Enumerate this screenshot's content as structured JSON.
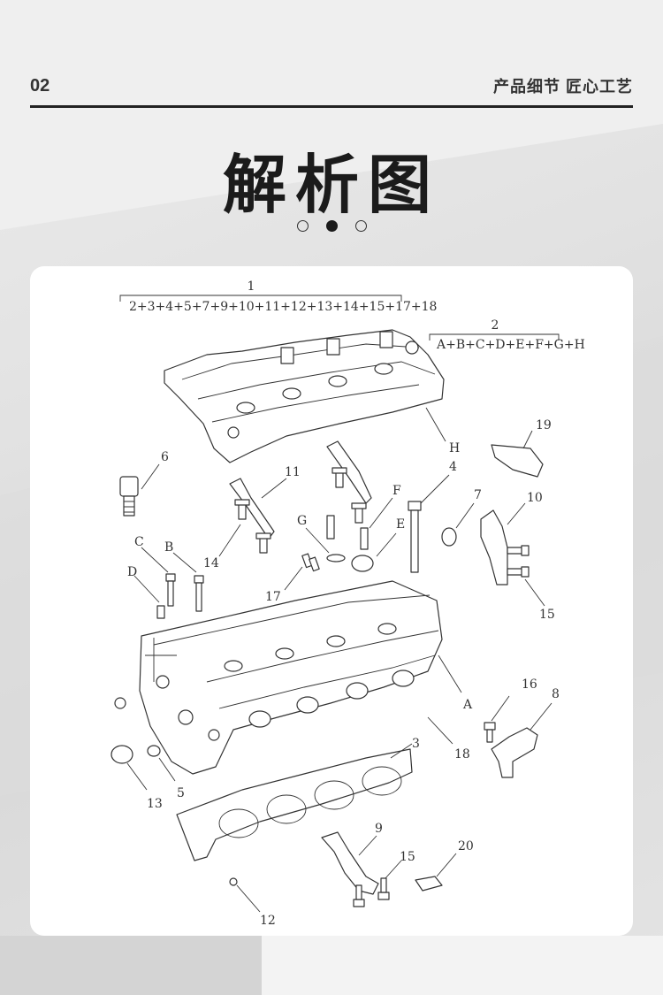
{
  "header": {
    "page_number": "02",
    "tagline": "产品细节 匠心工艺"
  },
  "title": "解析图",
  "carousel": {
    "count": 3,
    "active": 1
  },
  "diagram": {
    "group_1": {
      "number": "1",
      "contents": "2+3+4+5+7+9+10+11+12+13+14+15+17+18"
    },
    "group_2": {
      "number": "2",
      "contents": "A+B+C+D+E+F+G+H"
    },
    "callouts": {
      "n3": "3",
      "n4": "4",
      "n5": "5",
      "n6": "6",
      "n7": "7",
      "n8": "8",
      "n9": "9",
      "n10": "10",
      "n11": "11",
      "n12": "12",
      "n13": "13",
      "n14": "14",
      "n15a": "15",
      "n15b": "15",
      "n16": "16",
      "n17": "17",
      "n18": "18",
      "n19": "19",
      "n20": "20",
      "A": "A",
      "B": "B",
      "C": "C",
      "D": "D",
      "E": "E",
      "F": "F",
      "G": "G",
      "H": "H"
    }
  }
}
